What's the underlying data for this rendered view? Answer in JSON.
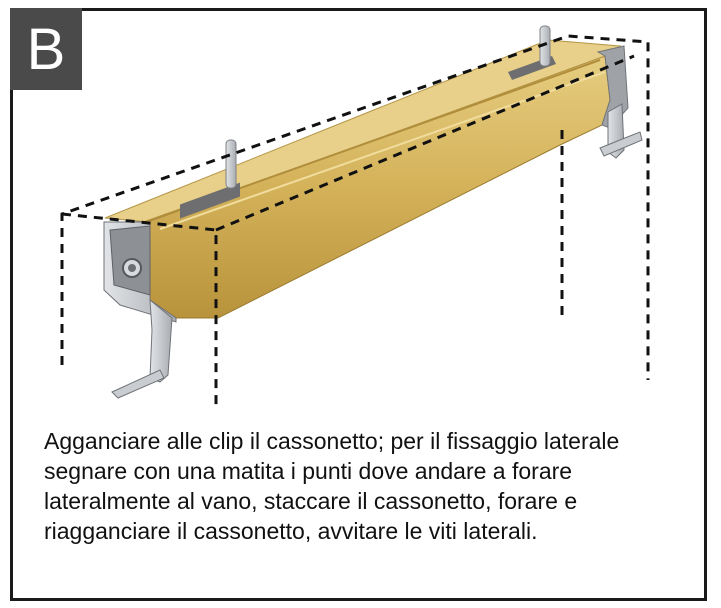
{
  "step": {
    "label": "B"
  },
  "instruction": {
    "lines": [
      "Agganciare alle clip il cassonetto; per il fissaggio laterale",
      "segnare con una matita i punti dove andare a forare",
      "lateralmente al vano, staccare il cassonetto, forare e",
      "riagganciare il cassonetto, avvitare le viti laterali."
    ]
  },
  "illustration": {
    "subject": "roller-shutter-box-with-clips"
  },
  "colors": {
    "badge": "#4a4a4a",
    "box_body": "#d2b25a",
    "box_top": "#e4c878",
    "metal": "#c9ccd0",
    "border": "#1a1a1a"
  }
}
